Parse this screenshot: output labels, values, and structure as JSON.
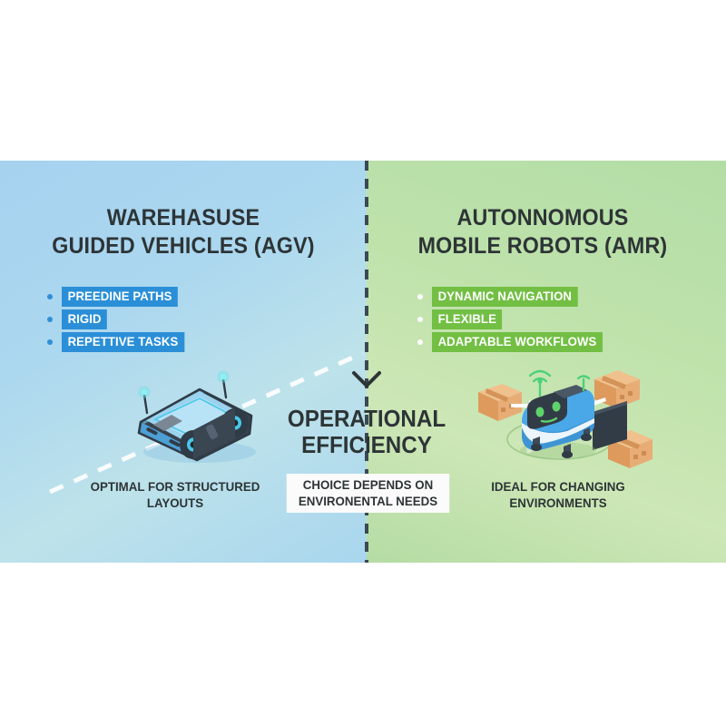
{
  "colors": {
    "left_panel_light": "#a6d2f0",
    "left_panel_mid": "#bde2ea",
    "right_panel_light": "#b3dda6",
    "right_panel_mid": "#cde7b6",
    "badge_blue": "#2b8fd8",
    "badge_green": "#72bf44",
    "heading_text": "#2d3436",
    "divider": "#3a4a52",
    "note_background": "#fbfbfb",
    "robot_blue": "#4aa8e8",
    "box_tan": "#e8a86a",
    "accent_cyan": "#5fd8e8",
    "eye_green": "#5fd36b"
  },
  "left": {
    "title_line1": "WAREHASUSE",
    "title_line2": "GUIDED VEHICLES (AGV)",
    "bullets": [
      {
        "label": "PREEDINE PATHS"
      },
      {
        "label": "RIGID"
      },
      {
        "label": "REPETTIVE TASKS"
      }
    ],
    "caption_line1": "OPTIMAL FOR STRUCTURED",
    "caption_line2": "LAYOUTS",
    "illustration_name": "agv-cart-illustration",
    "path_name": "agv-dashed-path"
  },
  "right": {
    "title_line1": "AUTONNOMOUS",
    "title_line2": "MOBILE ROBOTS (AMR)",
    "bullets": [
      {
        "label": "DYNAMIC NAVIGATION"
      },
      {
        "label": "FLEXIBLE"
      },
      {
        "label": "ADAPTABLE WORKFLOWS"
      }
    ],
    "caption_line1": "IDEAL FOR CHANGING",
    "caption_line2": "ENVIRONMENTS",
    "illustration_name": "amr-robot-illustration"
  },
  "center": {
    "heading_line1": "OPERATIONAL",
    "heading_line2": "EFFICIENCY",
    "note_line1": "CHOICE DEPENDS ON",
    "note_line2": "ENVIRONENTAL NEEDS",
    "chevron_icon": "chevron-down-icon",
    "divider_icon": "vertical-dashed-divider"
  }
}
